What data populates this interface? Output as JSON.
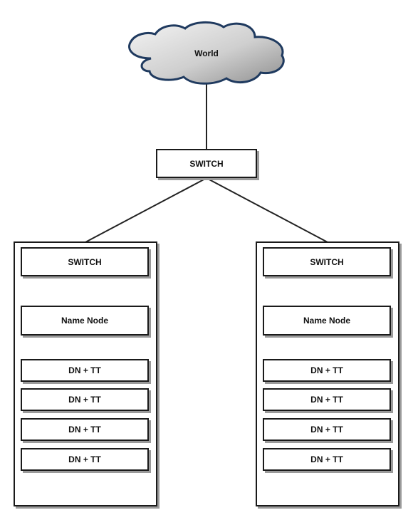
{
  "cloud": {
    "label": "World"
  },
  "core_switch": {
    "label": "SWITCH"
  },
  "racks": [
    {
      "switch_label": "SWITCH",
      "name_node_label": "Name Node",
      "data_nodes": [
        "DN + TT",
        "DN + TT",
        "DN + TT",
        "DN + TT"
      ]
    },
    {
      "switch_label": "SWITCH",
      "name_node_label": "Name Node",
      "data_nodes": [
        "DN + TT",
        "DN + TT",
        "DN + TT",
        "DN + TT"
      ]
    }
  ],
  "colors": {
    "border": "#1a1a1a",
    "shadow": "#9a9a9a",
    "cloud_outline": "#1f3a5f"
  }
}
